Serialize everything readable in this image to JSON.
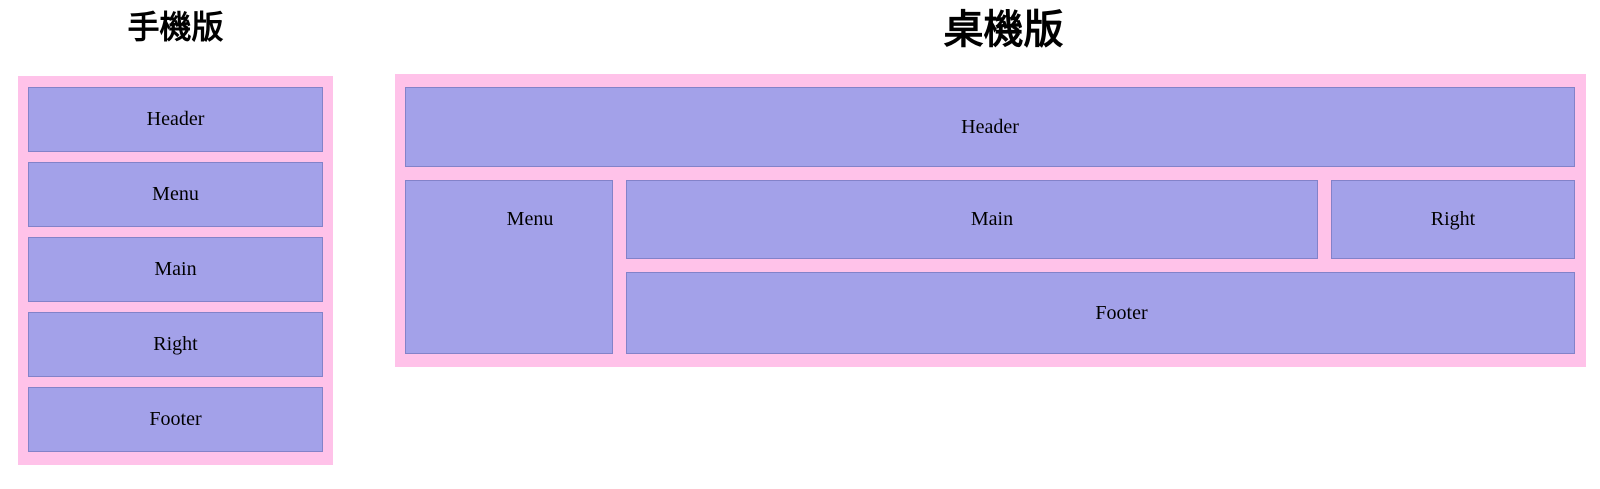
{
  "colors": {
    "panel_pink": "#ffc2e9",
    "box_purple": "#a3a1e9",
    "label_text": "#000000"
  },
  "mobile": {
    "title": "手機版",
    "boxes": [
      {
        "label": "Header"
      },
      {
        "label": "Menu"
      },
      {
        "label": "Main"
      },
      {
        "label": "Right"
      },
      {
        "label": "Footer"
      }
    ]
  },
  "desktop": {
    "title": "桌機版",
    "boxes": {
      "header": {
        "label": "Header"
      },
      "menu": {
        "label": "Menu"
      },
      "main": {
        "label": "Main"
      },
      "right": {
        "label": "Right"
      },
      "footer": {
        "label": "Footer"
      }
    }
  }
}
